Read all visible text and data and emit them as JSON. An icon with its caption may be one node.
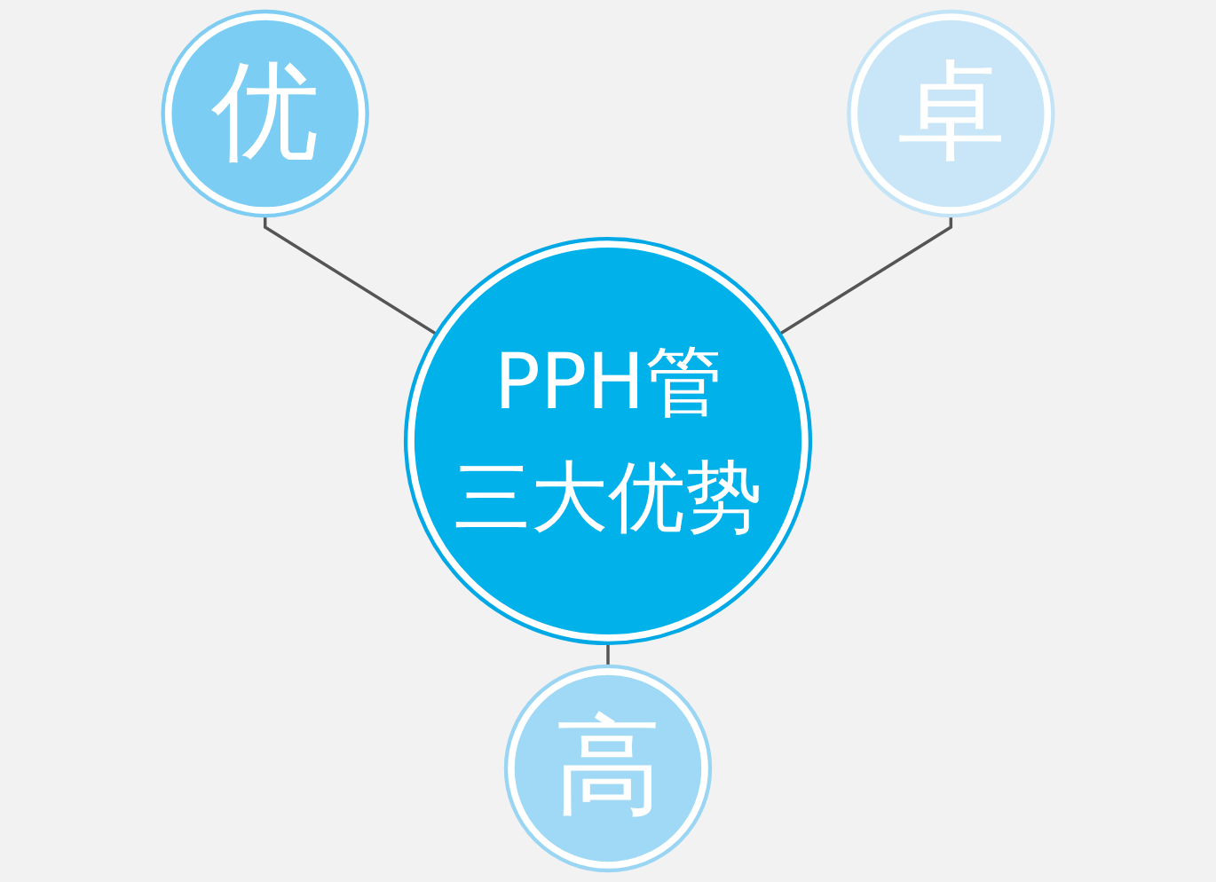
{
  "diagram": {
    "nodes": [
      {
        "text": [
          "优"
        ]
      },
      {
        "text": [
          "PPH管",
          "三大优势"
        ]
      },
      {
        "text": [
          "卓"
        ]
      },
      {
        "text": [
          "高"
        ]
      }
    ],
    "edges": [
      {
        "from": 0,
        "to": 1,
        "arrow": "none"
      },
      {
        "from": 2,
        "to": 1,
        "arrow": "none"
      },
      {
        "from": 1,
        "to": 3,
        "arrow": "none"
      }
    ]
  }
}
